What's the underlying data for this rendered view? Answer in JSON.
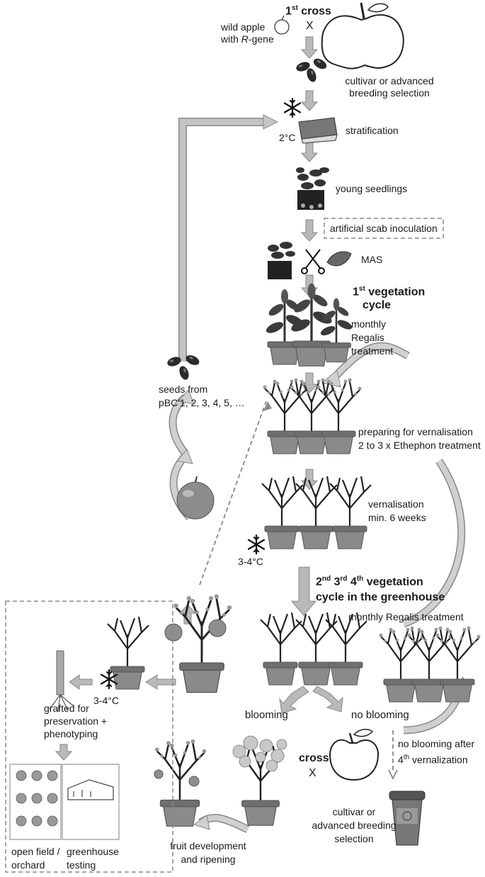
{
  "cross1": {
    "ordinal": "1",
    "sup": "st",
    "word": " cross",
    "x": "X"
  },
  "wild_apple": {
    "line1": "wild apple",
    "line2a": "with ",
    "line2b": "R",
    "line2c": "-gene"
  },
  "cultivar_top": {
    "line1": "cultivar or advanced",
    "line2": "breeding selection"
  },
  "stratification": {
    "temp": "2°C",
    "label": "stratification"
  },
  "young_seedlings": "young seedlings",
  "inoculation": "artificial scab inoculation",
  "mas": "MAS",
  "veg1": {
    "ordinal": "1",
    "sup": "st",
    "line1": " vegetation",
    "line2": "cycle"
  },
  "regalis1": {
    "line1": "monthly",
    "line2": "Regalis",
    "line3": "treatment"
  },
  "seeds": {
    "line1": "seeds from",
    "line2": "pBC'1, 2, 3, 4, 5, …"
  },
  "preparing": {
    "line1": "preparing  for vernalisation",
    "line2": "2 to 3 x Ethephon treatment"
  },
  "vernalisation": {
    "line1": "vernalisation",
    "line2": "min. 6 weeks",
    "temp": "3-4°C"
  },
  "veg234": {
    "n2": "2",
    "s2": "nd",
    "n3": "3",
    "s3": "rd",
    "n4": "4",
    "s4": "th",
    "line1": " vegetation",
    "line2": "cycle in the greenhouse"
  },
  "regalis2": "monthly Regalis treatment",
  "blooming": "blooming",
  "no_blooming": "no blooming",
  "no_bloom_after": {
    "line1": "no blooming after",
    "n": "4",
    "sup": "th",
    "line2": " vernalization"
  },
  "cross2": {
    "word": "cross",
    "x": "X"
  },
  "cultivar_bottom": {
    "line1": "cultivar or",
    "line2": "advanced breeding",
    "line3": "selection"
  },
  "fruit_dev": {
    "line1": "fruit development",
    "line2": "and ripening"
  },
  "cold_store": {
    "temp": "3-4°C"
  },
  "grafted": {
    "line1": "grafted for",
    "line2": "preservation +",
    "line3": "phenotyping"
  },
  "open_field": {
    "line1": "open field /",
    "line2": "orchard"
  },
  "greenhouse_testing": {
    "line1": "greenhouse",
    "line2": "testing"
  },
  "icons": [
    "apple-icon",
    "seed-icon",
    "snowflake-icon",
    "stratification-box-icon",
    "seedling-tray-icon",
    "scissors-icon",
    "leaf-icon",
    "potted-plant-icon",
    "bare-tree-icon",
    "blooming-tree-icon",
    "fruit-tree-icon",
    "trash-bin-icon",
    "grafted-rootstock-icon",
    "greenhouse-icon"
  ],
  "colors": {
    "arrow_fill": "#b9b9b9",
    "arrow_stroke": "#888888",
    "pot": "#7a7a7a",
    "foliage": "#444444"
  }
}
